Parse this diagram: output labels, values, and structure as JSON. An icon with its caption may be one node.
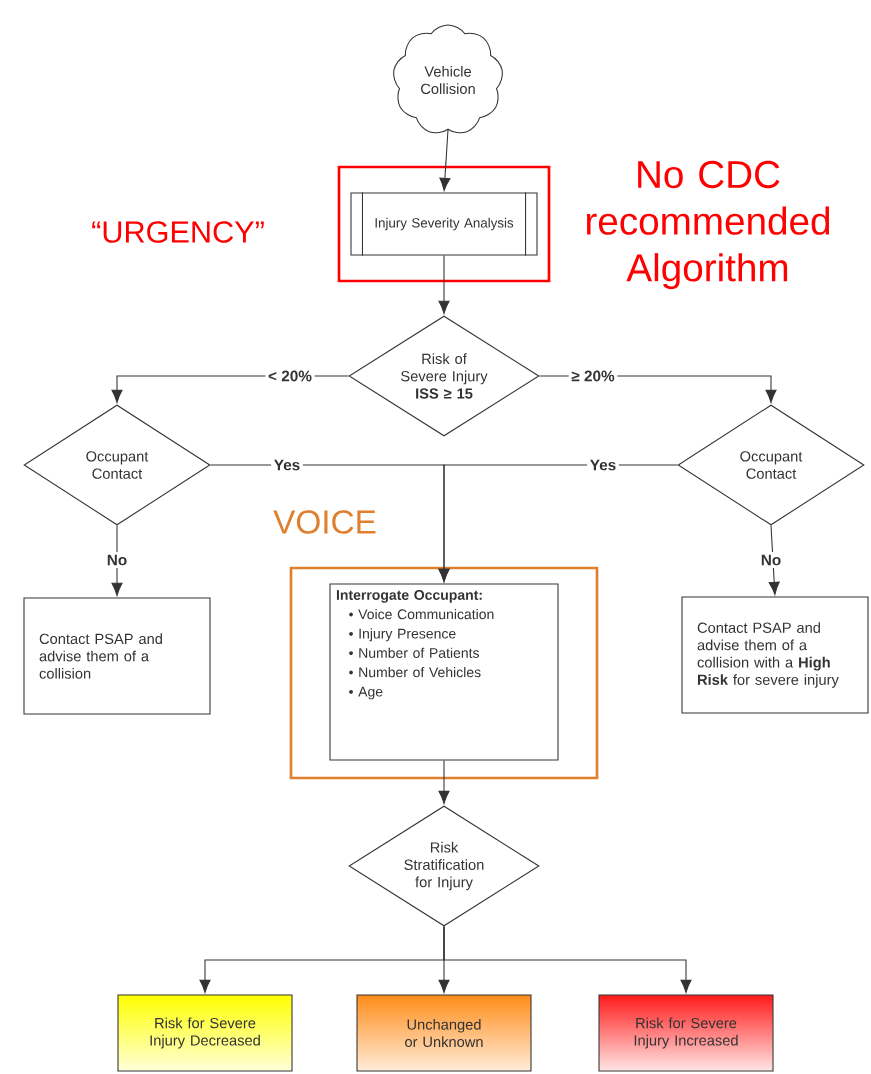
{
  "diagram": {
    "nodes": [
      {
        "text": [
          "Vehicle Collision"
        ]
      },
      {
        "text": [],
        "shape": "box",
        "beside": [
          "“URGENCY”"
        ]
      },
      {
        "text": [
          "Injury Severity Analysis"
        ],
        "in": 1
      },
      {
        "text": [
          "Risk of Severe Injury",
          "ISS ≥ 15"
        ]
      },
      {
        "text": [
          "Occupant Contact"
        ]
      },
      {
        "text": [
          "Occupant Contact"
        ]
      },
      {
        "text": [],
        "shape": "box",
        "beside": [
          "VOICE"
        ]
      },
      {
        "text": [
          "Interrogate Occupant:",
          "• Voice Communication",
          "• Injury Presence",
          "• Number of Patients",
          "• Number of Vehicles",
          "• Age"
        ],
        "in": 6
      },
      {
        "text": [
          "Contact PSAP and advise them of a collision"
        ]
      },
      {
        "text": [
          "Contact PSAP and advise them of a collision with a **High Risk** for severe injury"
        ]
      },
      {
        "text": [
          "Risk Stratification for Injury"
        ]
      },
      {
        "text": [
          "Risk for Severe Injury Decreased"
        ]
      },
      {
        "text": [
          "Unchanged or Unknown"
        ]
      },
      {
        "text": [
          "Risk for Severe Injury Increased"
        ]
      }
    ],
    "edges": [
      {
        "from": 0,
        "to": 2,
        "arrow": "to"
      },
      {
        "from": 2,
        "to": 3,
        "arrow": "to"
      },
      {
        "from": 3,
        "to": 4,
        "arrow": "to",
        "label": "< 20%"
      },
      {
        "from": 3,
        "to": 5,
        "arrow": "to",
        "label": "≥ 20%"
      },
      {
        "from": 4,
        "to": 7,
        "arrow": "to",
        "label": "Yes"
      },
      {
        "from": 5,
        "to": 7,
        "arrow": "to",
        "label": "Yes"
      },
      {
        "from": 4,
        "to": 8,
        "arrow": "to",
        "label": "No"
      },
      {
        "from": 5,
        "to": 9,
        "arrow": "to",
        "label": "No"
      },
      {
        "from": 7,
        "to": 10,
        "arrow": "to"
      },
      {
        "from": 10,
        "to": 11,
        "arrow": "to"
      },
      {
        "from": 10,
        "to": 12,
        "arrow": "to"
      },
      {
        "from": 10,
        "to": 13,
        "arrow": "to"
      }
    ],
    "labels": [
      "No CDC recommended Algorithm"
    ]
  }
}
